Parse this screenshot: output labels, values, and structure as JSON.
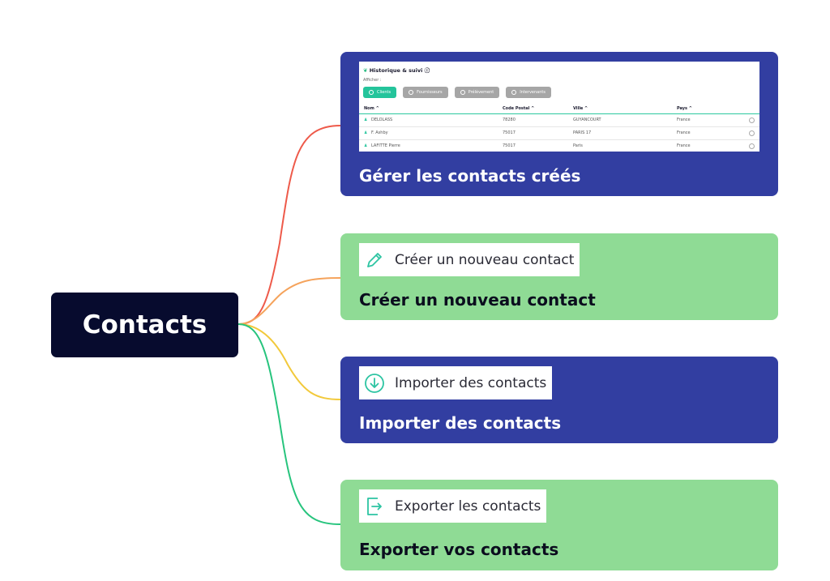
{
  "root": {
    "label": "Contacts"
  },
  "colors": {
    "root_bg": "#070b2e",
    "blue_node": "#323ea1",
    "green_node": "#8fdb95",
    "accent": "#24c49b",
    "line_red": "#ee5a4a",
    "line_orange": "#f5a35c",
    "line_yellow": "#f2c93b",
    "line_green": "#27c47d"
  },
  "branches": [
    {
      "title": "Gérer les contacts créés",
      "preview": {
        "title": "Historique & suivi",
        "filter_label": "Afficher :",
        "chips": [
          "Clients",
          "Fournisseurs",
          "Prélèvement",
          "Intervenants"
        ],
        "columns": [
          "Nom ^",
          "Code Postal ^",
          "Ville ^",
          "Pays ^"
        ],
        "rows": [
          [
            "DELOLASS",
            "78280",
            "GUYANCOURT",
            "France"
          ],
          [
            "F. Ashby",
            "75017",
            "PARIS 17",
            "France"
          ],
          [
            "LAFITTE Pierre",
            "75017",
            "Paris",
            "France"
          ]
        ]
      }
    },
    {
      "title": "Créer un nouveau contact",
      "card_label": "Créer un nouveau contact",
      "icon": "pencil-icon"
    },
    {
      "title": "Importer des contacts",
      "card_label": "Importer des contacts",
      "icon": "download-circle-icon"
    },
    {
      "title": "Exporter vos contacts",
      "card_label": "Exporter les contacts",
      "icon": "export-icon"
    }
  ]
}
